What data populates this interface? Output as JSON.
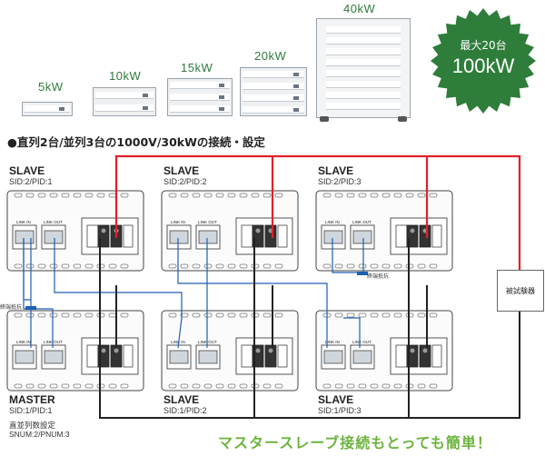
{
  "products": {
    "p5": "5kW",
    "p10": "10kW",
    "p15": "15kW",
    "p20": "20kW",
    "p40": "40kW"
  },
  "badge": {
    "line1": "最大20台",
    "line2": "100kW",
    "color": "#2e7d3a"
  },
  "heading": "●直列2台/並列3台の1000V/30kWの接続・設定",
  "units": [
    {
      "name": "SLAVE",
      "sid": "SID:2/PID:1"
    },
    {
      "name": "SLAVE",
      "sid": "SID:2/PID:2"
    },
    {
      "name": "SLAVE",
      "sid": "SID:2/PID:3"
    },
    {
      "name": "MASTER",
      "sid": "SID:1/PID:1"
    },
    {
      "name": "SLAVE",
      "sid": "SID:1/PID:2"
    },
    {
      "name": "SLAVE",
      "sid": "SID:1/PID:3"
    }
  ],
  "port_labels": {
    "link_in": "LINK IN",
    "link_out": "LINK OUT"
  },
  "master_setting": {
    "line1": "直並列数設定",
    "line2": "SNUM:2/PNUM:3"
  },
  "terminator_label": "終端抵抗",
  "dut_label": "被試験器",
  "banner": "マスタースレーブ接続もとっても簡単！",
  "colors": {
    "positive": "#e0202a",
    "negative": "#222222",
    "link": "#1f5fb0",
    "banner": "#6db33f"
  }
}
